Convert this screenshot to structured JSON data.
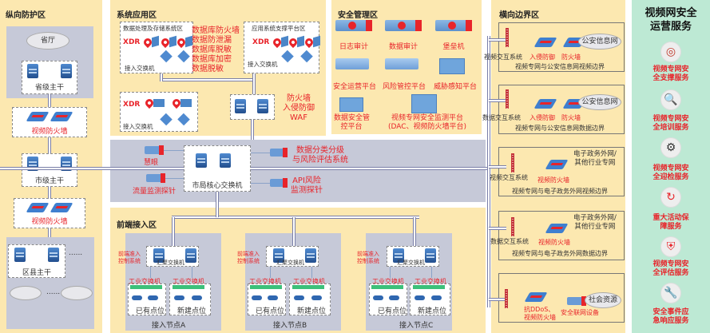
{
  "zones": {
    "vertical": {
      "title": "纵向防护区",
      "province_cloud": "省厅",
      "province_backbone": "省级主干",
      "firewall1": "视频防火墙",
      "city_backbone": "市级主干",
      "firewall2": "视频防火墙",
      "county_backbone": "区县主干",
      "ellipsis": "......"
    },
    "system_app": {
      "title": "系统应用区",
      "box1_title": "数据处理及存储系统区",
      "box1_xdr": "XDR",
      "box1_switch": "接入交换机",
      "db_security": [
        "数据库防火墙",
        "数据防泄漏",
        "数据库脱敏",
        "数据库加密",
        "数据脱敏"
      ],
      "box2_title": "应用系统支撑平台区",
      "box2_xdr": "XDR",
      "box2_switch": "接入交换机",
      "box3_xdr": "XDR",
      "box3_switch": "接入交换机",
      "perimeter": [
        "防火墙",
        "入侵防御",
        "WAF"
      ]
    },
    "security_mgmt": {
      "title": "安全管理区",
      "items": [
        "日志审计",
        "数据审计",
        "堡垒机",
        "安全运营平台",
        "风险管控平台",
        "威胁感知平台",
        "数据安全管控平台",
        "视频专网安全监测平台"
      ],
      "item7_line1": "数据安全管",
      "item7_line2": "控平台",
      "item8_line1": "视频专网安全监测平台",
      "item8_line2": "(DAC、视频防火墙平台)"
    },
    "core": {
      "switch": "市局核心交换机",
      "huiyan": "慧眼",
      "traffic_probe": "流量监测探针",
      "data_class_1": "数据分类分级",
      "data_class_2": "与风险评估系统",
      "api_1": "API风险",
      "api_2": "监测探针"
    },
    "frontend": {
      "title": "前端接入区",
      "nac_1": "前端准入",
      "nac_2": "控制系统",
      "agg_switch": "汇聚交换机",
      "industrial_switch": "工业交换机",
      "existing": "已有点位",
      "new": "新建点位",
      "nodes": [
        "接入节点A",
        "接入节点B",
        "接入节点C"
      ]
    },
    "horizontal": {
      "title": "横向边界区",
      "boundaries": [
        {
          "system": "视频交互系统",
          "ips": "入侵防御",
          "fw": "防火墙",
          "cloud": "公安信息网",
          "caption": "视频专网与公安信息网视频边界"
        },
        {
          "system": "数据交互系统",
          "ips": "入侵防御",
          "fw": "防火墙",
          "cloud": "公安信息网",
          "caption": "视频专网与公安信息网数据边界"
        },
        {
          "system": "视频交互系统",
          "fw": "视频防火墙",
          "cloud1": "电子政务外网/",
          "cloud2": "其他行业专网",
          "caption": "视频专网与电子政务外网视频边界"
        },
        {
          "system": "数据交互系统",
          "fw": "视频防火墙",
          "cloud1": "电子政务外网/",
          "cloud2": "其他行业专网",
          "caption": "视频专网与电子政务外网数据边界"
        }
      ],
      "social": {
        "ddos1": "抗DDoS、",
        "ddos2": "视频防火墙",
        "device": "安全联网设备",
        "cloud": "社会资源"
      }
    },
    "services": {
      "title1": "视频网安全",
      "title2": "运营服务",
      "items": [
        {
          "icon": "target-icon",
          "l1": "视频专网安",
          "l2": "全支撑服务"
        },
        {
          "icon": "training-icon",
          "l1": "视频专网安",
          "l2": "全培训服务"
        },
        {
          "icon": "inspection-icon",
          "l1": "视频专网安",
          "l2": "全迎检服务"
        },
        {
          "icon": "guard-icon",
          "l1": "重大活动保",
          "l2": "障服务"
        },
        {
          "icon": "shield-globe-icon",
          "l1": "视频专网安",
          "l2": "全评估服务"
        },
        {
          "icon": "wrench-icon",
          "l1": "安全事件应",
          "l2": "急响应服务"
        }
      ]
    }
  },
  "colors": {
    "zone": "#fce8b0",
    "gray": "#c6c9d8",
    "red": "#e8242a",
    "service_bg": "#bde9d4"
  }
}
